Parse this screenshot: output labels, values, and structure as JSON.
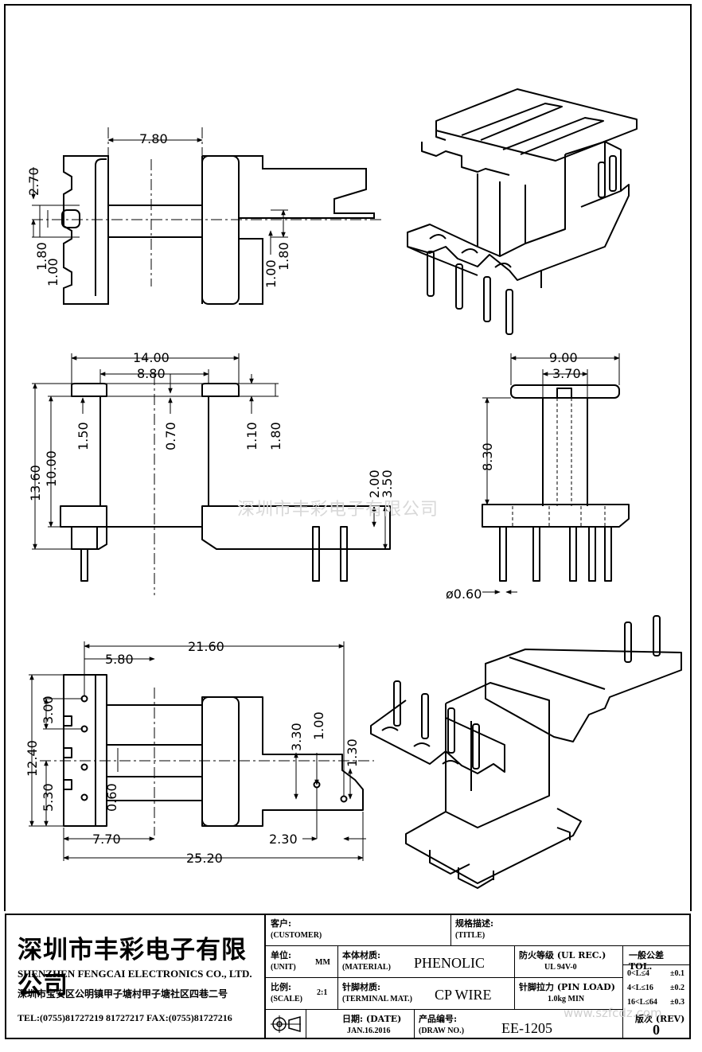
{
  "dimensions": {
    "top_view": {
      "d_780": "7.80",
      "d_270": "2.70",
      "d_180_left": "1.80",
      "d_100_left": "1.00",
      "d_100_right": "1.00",
      "d_180_right": "1.80"
    },
    "front_view": {
      "d_1400": "14.00",
      "d_880": "8.80",
      "d_150": "1.50",
      "d_070": "0.70",
      "d_110": "1.10",
      "d_180": "1.80",
      "d_1360": "13.60",
      "d_1000": "10.00",
      "d_200": "2.00",
      "d_350": "3.50"
    },
    "side_view": {
      "d_900": "9.00",
      "d_370": "3.70",
      "d_830": "8.30",
      "d_pin": "ø0.60"
    },
    "bottom_view": {
      "d_2160": "21.60",
      "d_580": "5.80",
      "d_300": "3.00",
      "d_1240": "12.40",
      "d_530": "5.30",
      "d_060": "0.60",
      "d_330": "3.30",
      "d_100": "1.00",
      "d_130": "1.30",
      "d_770": "7.70",
      "d_230": "2.30",
      "d_2520": "25.20"
    }
  },
  "watermark": "深圳市丰彩电子有限公司",
  "watermark_url": "www.szfcdz.com",
  "title_block": {
    "company_cn": "深圳市丰彩电子有限公司",
    "company_en": "SHENZHEN FENGCAI ELECTRONICS CO., LTD.",
    "address": "深圳市宝安区公明镇甲子塘村甲子塘社区四巷二号",
    "tel": "TEL:(0755)81727219  81727217   FAX:(0755)81727216",
    "customer_cn": "客户:",
    "customer_en": "(CUSTOMER)",
    "title_cn": "规格描述:",
    "title_en": "(TITLE)",
    "unit_cn": "单位:",
    "unit_en": "(UNIT)",
    "unit_val": "MM",
    "material_cn": "本体材质:",
    "material_en": "(MATERIAL)",
    "material_val": "PHENOLIC",
    "flame_cn": "防火等级 (UL REC.)",
    "flame_val": "UL 94V-0",
    "tol_title": "一般公差 TOL.",
    "tol_rows": [
      {
        "range": "0<L≤4",
        "val": "±0.1"
      },
      {
        "range": "4<L≤16",
        "val": "±0.2"
      },
      {
        "range": "16<L≤64",
        "val": "±0.3"
      }
    ],
    "scale_cn": "比例:",
    "scale_en": "(SCALE)",
    "scale_val": "2:1",
    "terminal_cn": "针脚材质:",
    "terminal_en": "(TERMINAL MAT.)",
    "terminal_val": "CP WIRE",
    "pinload_cn": "针脚拉力 (PIN LOAD)",
    "pinload_val": "1.0kg MIN",
    "date_cn": "日期: (DATE)",
    "date_val": "JAN.16.2016",
    "drawno_cn": "产品编号:",
    "drawno_en": "(DRAW NO.)",
    "drawno_val": "EE-1205",
    "rev_cn": "版次 (REV)",
    "rev_val": "0"
  }
}
